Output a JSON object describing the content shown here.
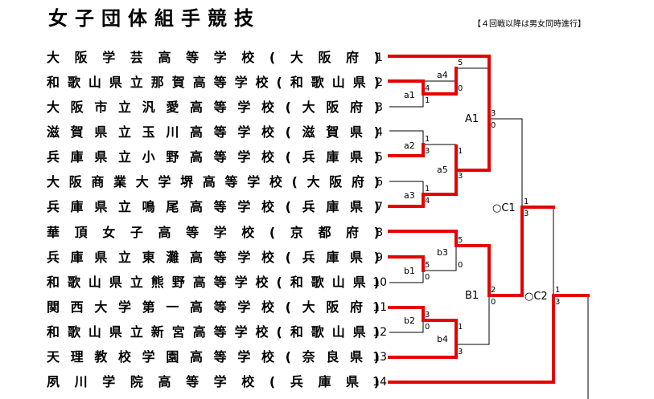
{
  "header": {
    "title": "女子団体組手競技",
    "note": "【４回戦以降は男女同時進行】"
  },
  "teams": [
    {
      "seed": "1",
      "name": "大阪学芸高等学校(大阪府)"
    },
    {
      "seed": "2",
      "name": "和歌山県立那賀高等学校(和歌山県)"
    },
    {
      "seed": "3",
      "name": "大阪市立汎愛高等学校(大阪府)"
    },
    {
      "seed": "4",
      "name": "滋賀県立玉川高等学校(滋賀県)"
    },
    {
      "seed": "5",
      "name": "兵庫県立小野高等学校(兵庫県)"
    },
    {
      "seed": "6",
      "name": "大阪商業大学堺高等学校(大阪府)"
    },
    {
      "seed": "7",
      "name": "兵庫県立鳴尾高等学校(兵庫県)"
    },
    {
      "seed": "8",
      "name": "華頂女子高等学校(京都府)"
    },
    {
      "seed": "9",
      "name": "兵庫県立東灘高等学校(兵庫県)"
    },
    {
      "seed": "10",
      "name": "和歌山県立熊野高等学校(和歌山県)"
    },
    {
      "seed": "11",
      "name": "関西大学第一高等学校(大阪府)"
    },
    {
      "seed": "12",
      "name": "和歌山県立新宮高等学校(和歌山県)"
    },
    {
      "seed": "13",
      "name": "天理教校学園高等学校(奈良県)"
    },
    {
      "seed": "14",
      "name": "夙川学院高等学校(兵庫県)"
    }
  ],
  "matches": {
    "a1": {
      "label": "a1",
      "score_top": "4",
      "score_bottom": "1"
    },
    "a2": {
      "label": "a2",
      "score_top": "1",
      "score_bottom": "3"
    },
    "a3": {
      "label": "a3",
      "score_top": "1",
      "score_bottom": "4"
    },
    "a4": {
      "label": "a4",
      "score_top": "5",
      "score_bottom": "0"
    },
    "a5": {
      "label": "a5",
      "score_top": "1",
      "score_bottom": "3"
    },
    "A1": {
      "label": "A1",
      "score_top": "3",
      "score_bottom": "0"
    },
    "b1": {
      "label": "b1",
      "score_top": "5",
      "score_bottom": "0"
    },
    "b2": {
      "label": "b2",
      "score_top": "3",
      "score_bottom": "0"
    },
    "b3": {
      "label": "b3",
      "score_top": "5",
      "score_bottom": "0"
    },
    "b4": {
      "label": "b4",
      "score_top": "1",
      "score_bottom": "3"
    },
    "B1": {
      "label": "B1",
      "score_top": "2",
      "score_bottom": "0"
    },
    "C1": {
      "label": "○C1",
      "score_top": "1",
      "score_bottom": "3"
    },
    "C2": {
      "label": "○C2",
      "score_top": "1",
      "score_bottom": "3"
    }
  },
  "colors": {
    "winner_line": "#e60000",
    "loser_line": "#000000"
  }
}
